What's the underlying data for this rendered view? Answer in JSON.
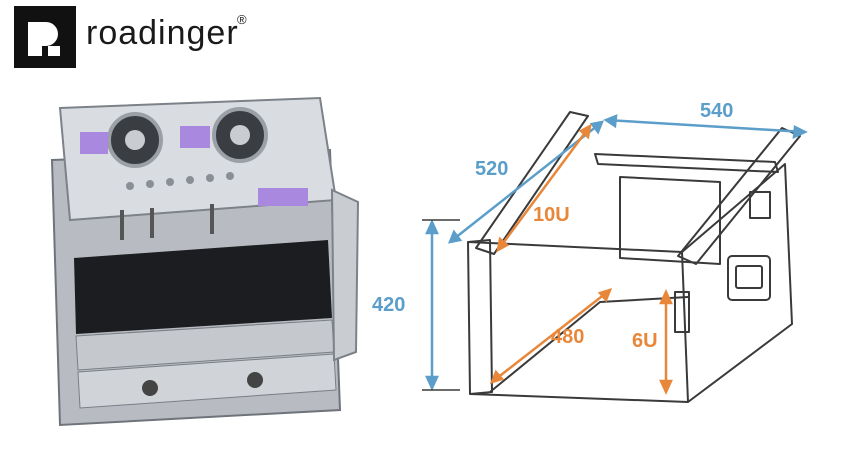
{
  "brand": {
    "name": "roadinger",
    "registered": "®"
  },
  "dimensions": {
    "width": "540",
    "depth_outer": "520",
    "height": "420",
    "top_rack_units": "10U",
    "depth_inner": "480",
    "bottom_rack_units": "6U"
  },
  "colors": {
    "outer_dimension": "#5a9ec9",
    "inner_dimension": "#e8873a"
  }
}
